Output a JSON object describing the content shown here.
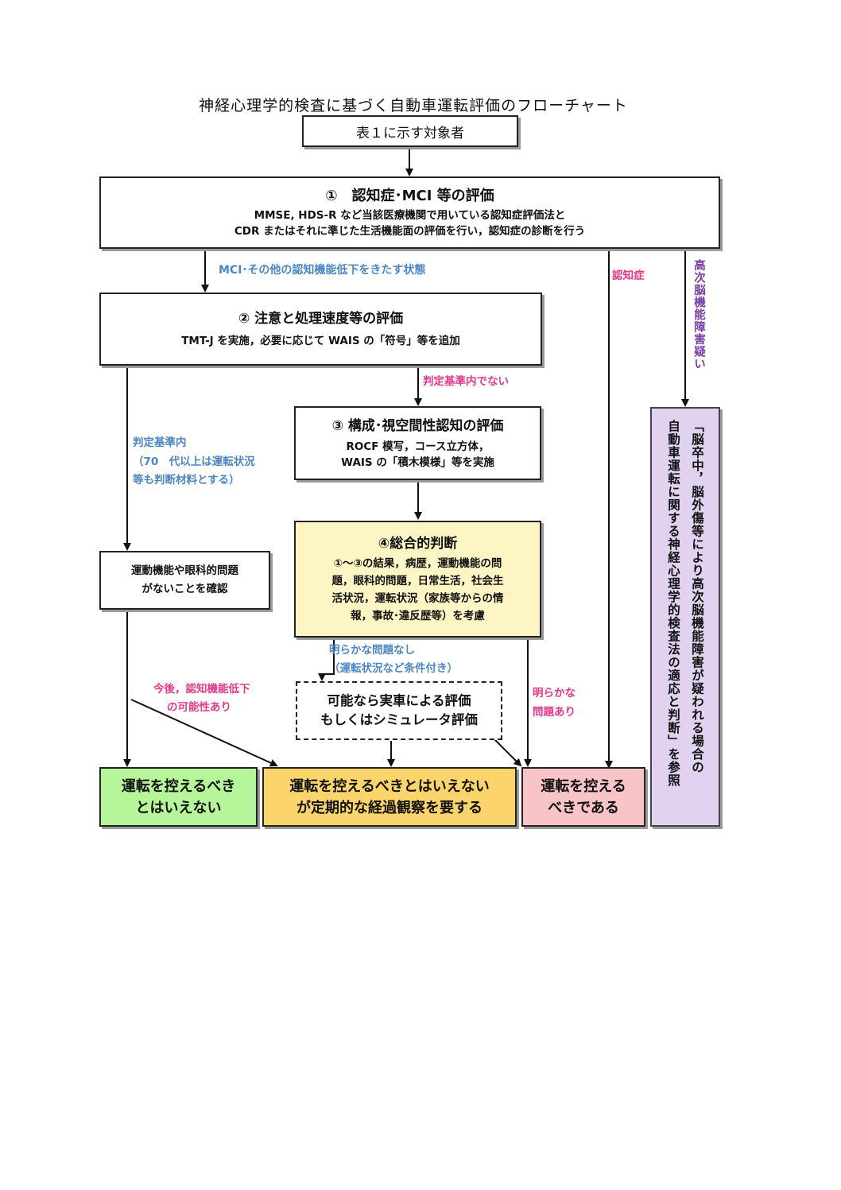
{
  "page_title": "神経心理学的検査に基づく自動車運転評価のフローチャート",
  "start_box": "表１に示す対象者",
  "step1": {
    "title": "①　認知症･MCI 等の評価",
    "line1": "MMSE, HDS-R など当該医療機関で用いている認知症評価法と",
    "line2": "CDR またはそれに準じた生活機能面の評価を行い，認知症の診断を行う"
  },
  "step2": {
    "title": "② 注意と処理速度等の評価",
    "line1": "TMT-J を実施，必要に応じて WAIS の「符号」等を追加"
  },
  "step3": {
    "title": "③ 構成･視空間性認知の評価",
    "line1": "ROCF 模写，コース立方体，",
    "line2": "WAIS の「積木模様」等を実施"
  },
  "step4": {
    "title": "④総合的判断",
    "line1": "①～③の結果，病歴，運動機能の問",
    "line2": "題，眼科的問題，日常生活，社会生",
    "line3": "活状況，運転状況（家族等からの情",
    "line4": "報，事故･違反歴等）を考慮"
  },
  "confirm_box": {
    "line1": "運動機能や眼科的問題",
    "line2": "がないことを確認"
  },
  "realcar_box": {
    "line1": "可能なら実車による評価",
    "line2": "もしくはシミュレータ評価"
  },
  "labels": {
    "mci": "MCI･その他の認知機能低下をきたす状態",
    "dementia": "認知症",
    "higher_brain": "高次脳機能障害疑い",
    "not_within": "判定基準内でない",
    "within_1": "判定基準内",
    "within_2": "（70　代以上は運転状況",
    "within_3": "等も判断材料とする）",
    "no_problem_1": "明らかな問題なし",
    "no_problem_2": "（運転状況など条件付き）",
    "future_1": "今後，認知機能低下",
    "future_2": "の可能性あり",
    "problem_1": "明らかな",
    "problem_2": "問題あり"
  },
  "outcomes": {
    "green": {
      "line1": "運転を控えるべき",
      "line2": "とはいえない"
    },
    "yellow": {
      "line1": "運転を控えるべきとはいえない",
      "line2": "が定期的な経過観察を要する"
    },
    "pink": {
      "line1": "運転を控える",
      "line2": "べきである"
    }
  },
  "side_box": {
    "col1": "「脳卒中，脳外傷等により高次脳機能障害が疑われる場合の",
    "col2": "自動車運転に関する神経心理学的検査法の適応と判断」を参照"
  },
  "colors": {
    "green": "#b7f59a",
    "yellow": "#fbd56b",
    "pink": "#f9c4c8",
    "step4_bg": "#fdf5c4",
    "side_bg": "#e1d2f0",
    "blue_text": "#4a86c5",
    "pink_text": "#e8388a",
    "purple_text": "#7a3da8"
  }
}
